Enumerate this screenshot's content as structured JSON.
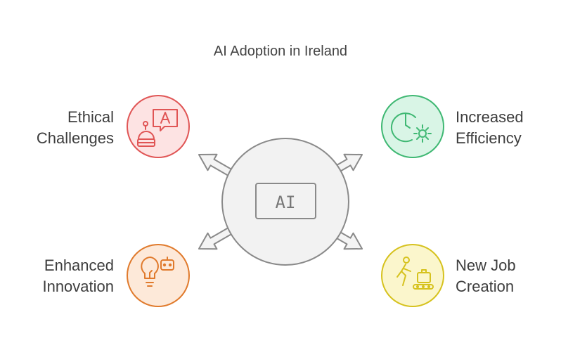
{
  "title": "AI Adoption in Ireland",
  "center": {
    "text": "AI"
  },
  "items": [
    {
      "line1": "Ethical",
      "line2": "Challenges",
      "icon": "robot-translation-icon",
      "fill": "#fde3e3",
      "stroke": "#e05555"
    },
    {
      "line1": "Increased",
      "line2": "Efficiency",
      "icon": "clock-gear-icon",
      "fill": "#d9f5e6",
      "stroke": "#3fb873"
    },
    {
      "line1": "Enhanced",
      "line2": "Innovation",
      "icon": "lightbulb-robot-icon",
      "fill": "#fde9d9",
      "stroke": "#e07a2c"
    },
    {
      "line1": "New Job",
      "line2": "Creation",
      "icon": "worker-conveyor-icon",
      "fill": "#fbf6cc",
      "stroke": "#d6c21e"
    }
  ]
}
